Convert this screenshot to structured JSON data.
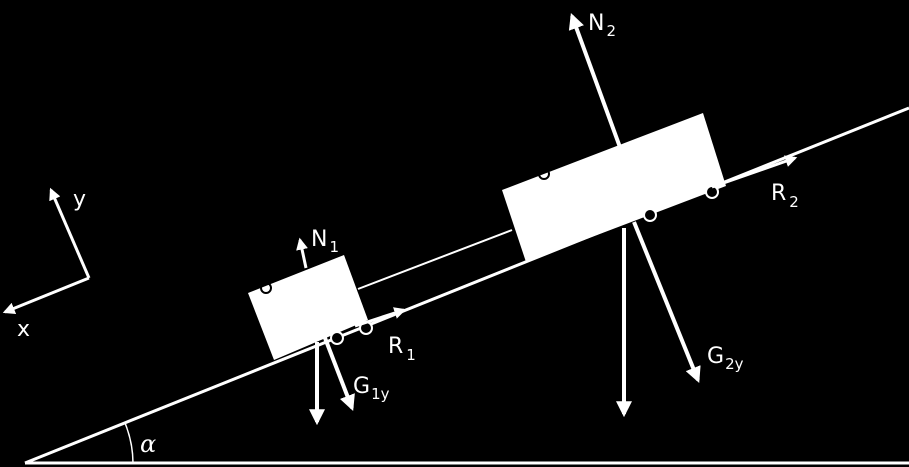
{
  "axes": {
    "x_label": "x",
    "y_label": "y"
  },
  "angle": {
    "label": "α"
  },
  "forces": {
    "n1": {
      "main": "N",
      "sub": "1"
    },
    "n2": {
      "main": "N",
      "sub": "2"
    },
    "r1": {
      "main": "R",
      "sub": "1"
    },
    "r2": {
      "main": "R",
      "sub": "2"
    },
    "g1y": {
      "main": "G",
      "sub": "1y"
    },
    "g2y": {
      "main": "G",
      "sub": "2y"
    }
  },
  "colors": {
    "background": "#000000",
    "foreground": "#ffffff"
  }
}
